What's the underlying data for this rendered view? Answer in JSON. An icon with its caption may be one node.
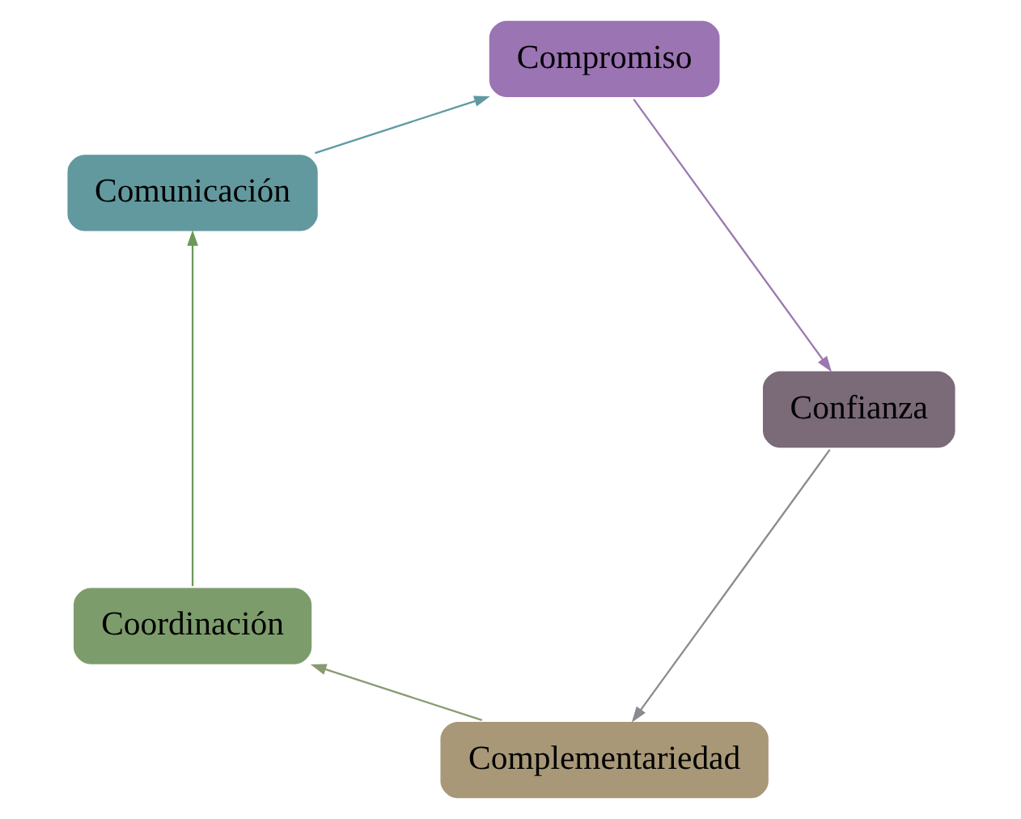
{
  "diagram": {
    "nodes": [
      {
        "text": [
          "Complementariedad"
        ]
      },
      {
        "text": [
          "Coordinación"
        ]
      },
      {
        "text": [
          "Comunicación"
        ]
      },
      {
        "text": [
          "Compromiso"
        ]
      },
      {
        "text": [
          "Confianza"
        ]
      }
    ],
    "edges": [
      {
        "from": 0,
        "to": 1,
        "arrow": "to",
        "color": "#8a9a70"
      },
      {
        "from": 1,
        "to": 2,
        "arrow": "to",
        "color": "#6a9a5a"
      },
      {
        "from": 2,
        "to": 3,
        "arrow": "to",
        "color": "#5f9aa0"
      },
      {
        "from": 3,
        "to": 4,
        "arrow": "to",
        "color": "#9a78b0"
      },
      {
        "from": 4,
        "to": 0,
        "arrow": "to",
        "color": "#8a8a90"
      }
    ]
  }
}
